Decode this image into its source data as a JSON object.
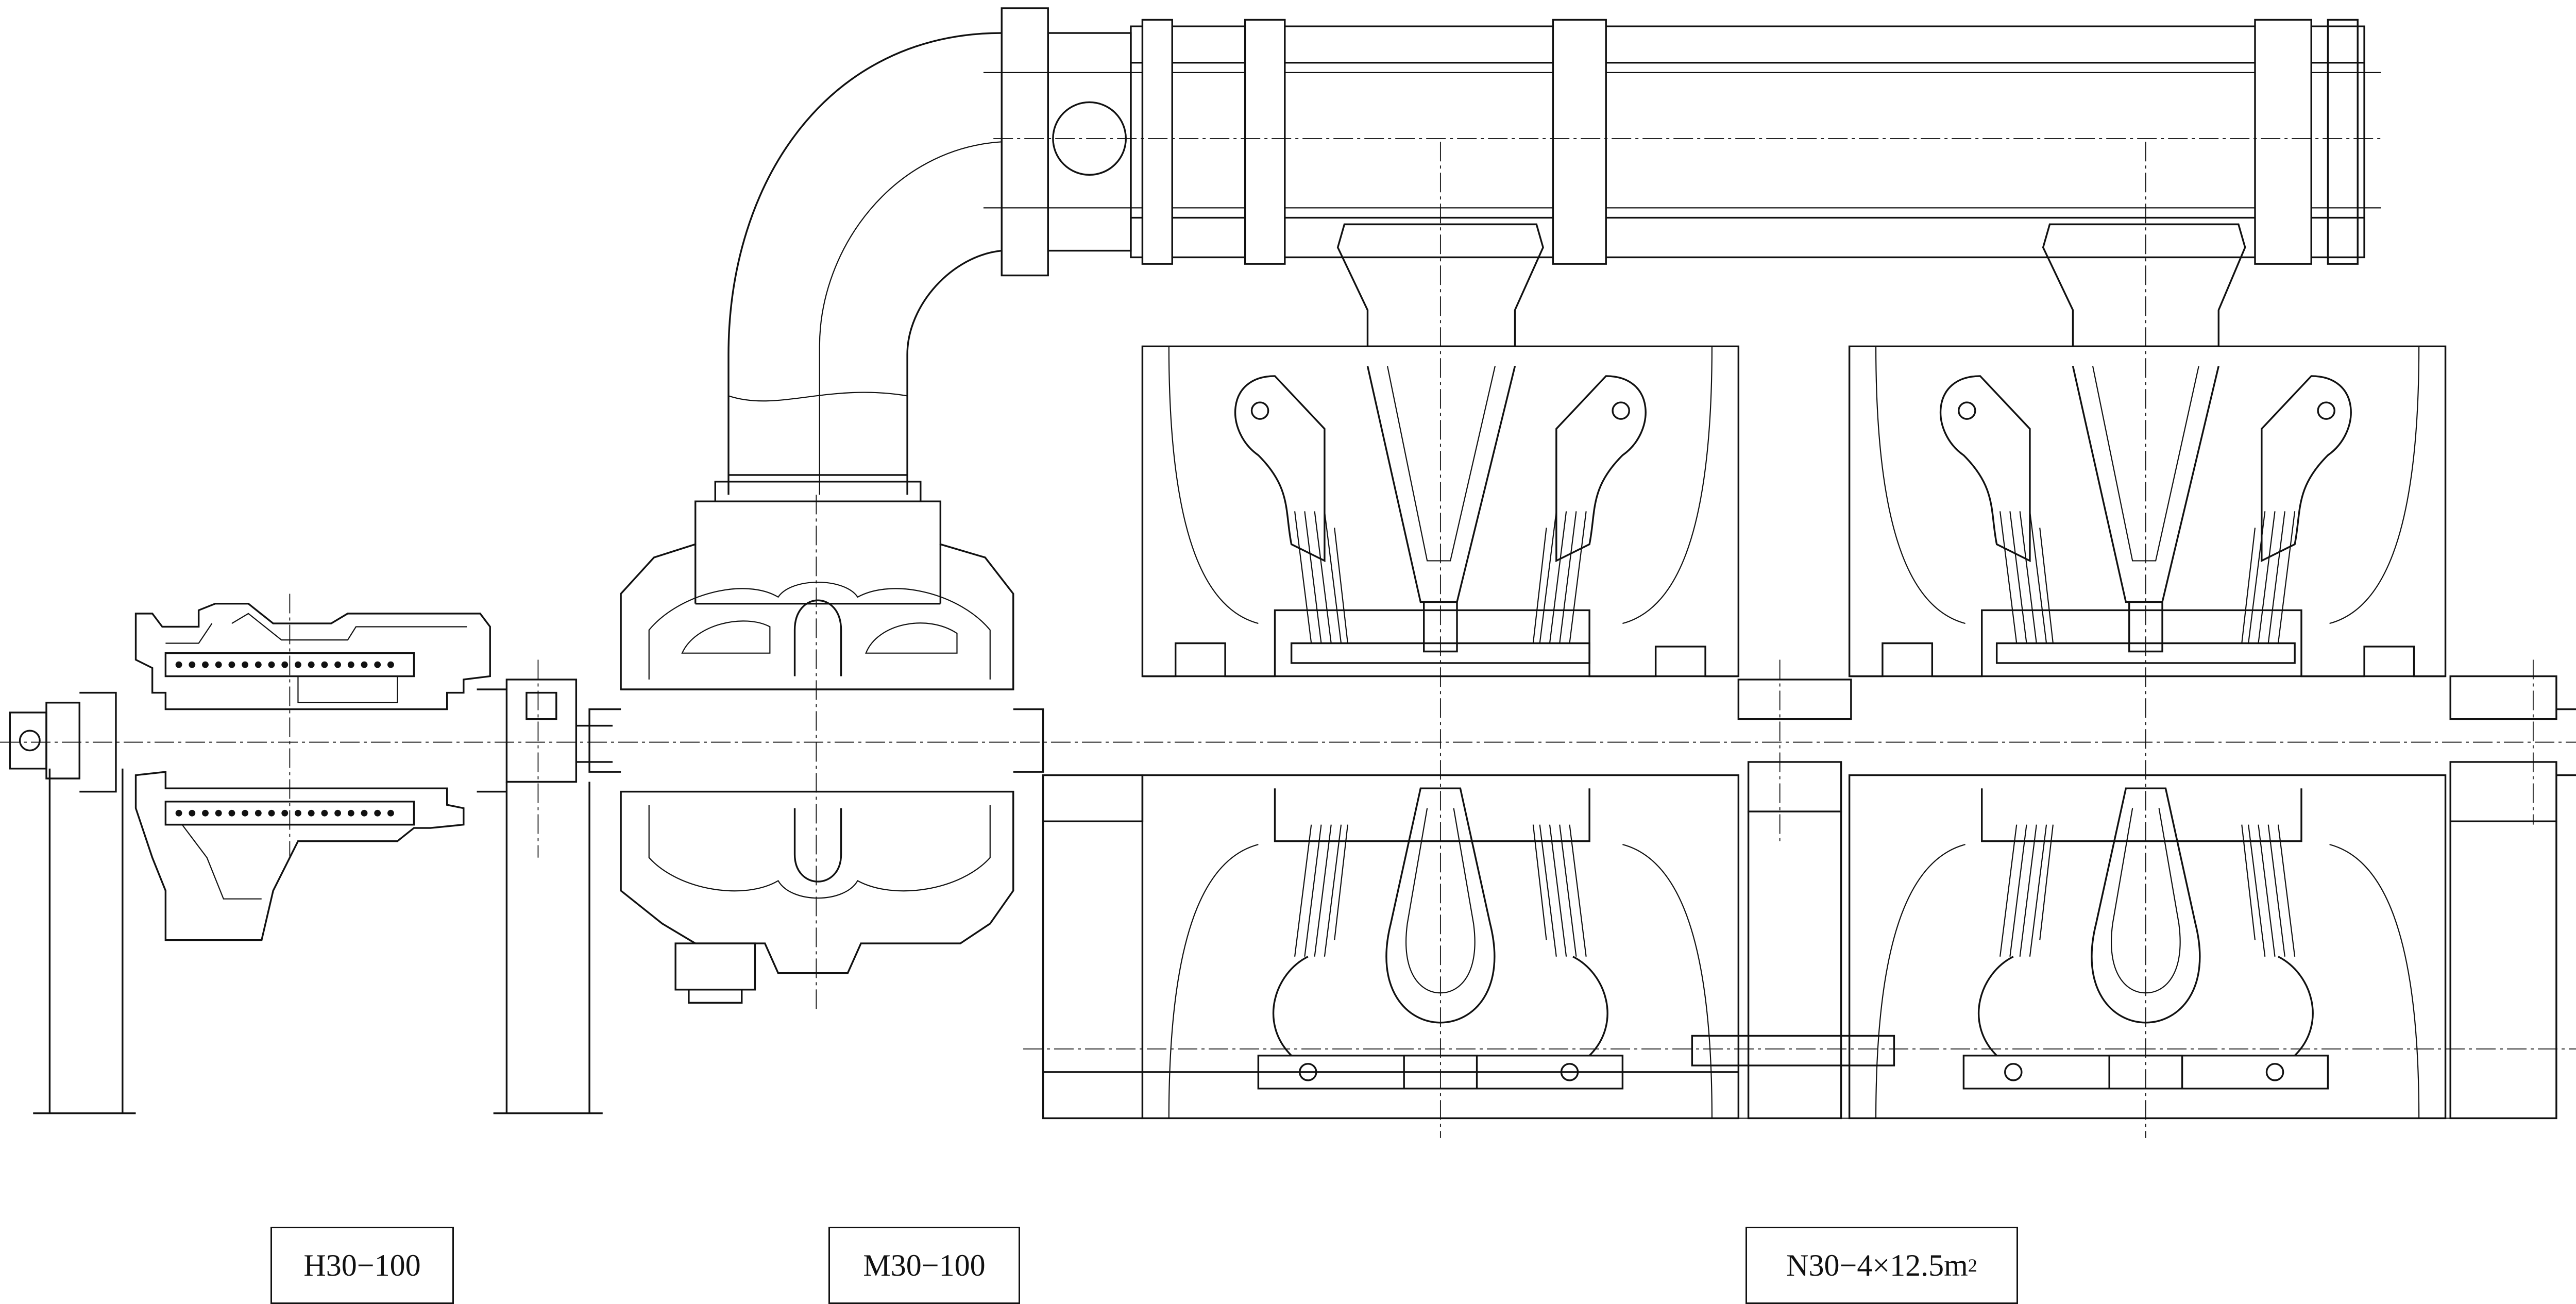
{
  "labels": {
    "high_pressure": "H30−100",
    "medium_pressure": "M30−100",
    "condenser_text": "N30−4×12.5m",
    "condenser_superscript": "2"
  }
}
